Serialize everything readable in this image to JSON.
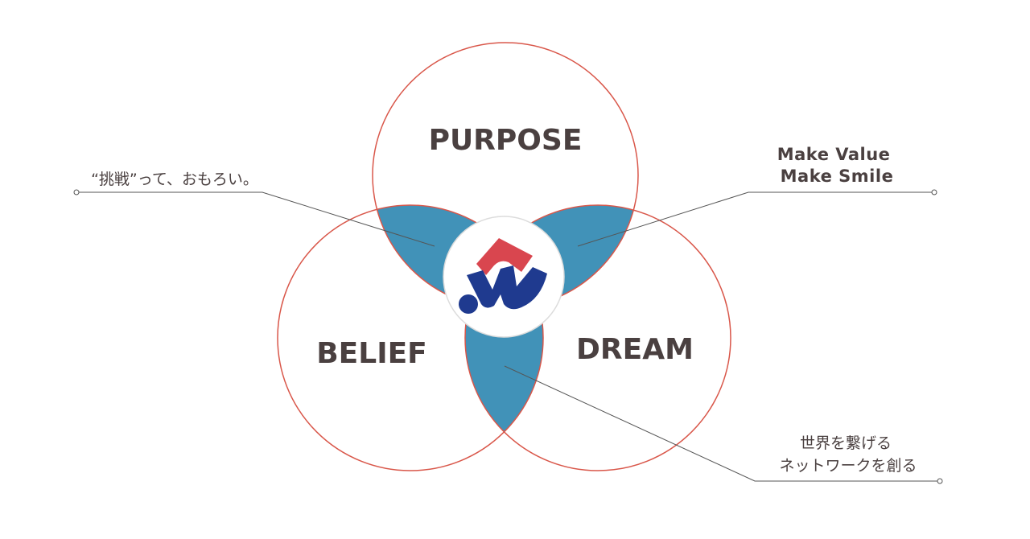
{
  "colors": {
    "circle_stroke": "#d9574a",
    "overlap_fill": "#4192b8",
    "text": "#4a4040",
    "leader_line": "#555555",
    "logo_red": "#d9464f",
    "logo_blue": "#1f3a8f"
  },
  "circles": {
    "purpose": {
      "label": "PURPOSE"
    },
    "belief": {
      "label": "BELIEF"
    },
    "dream": {
      "label": "DREAM"
    }
  },
  "callouts": {
    "belief_purpose": {
      "lines": [
        "“挑戦”って、おもろい。"
      ]
    },
    "purpose_dream": {
      "lines": [
        "Make Value",
        "Make Smile"
      ]
    },
    "belief_dream": {
      "lines": [
        "世界を繋げる",
        "ネットワークを創る"
      ]
    }
  },
  "center": {
    "icon": "company-logo-icon"
  }
}
